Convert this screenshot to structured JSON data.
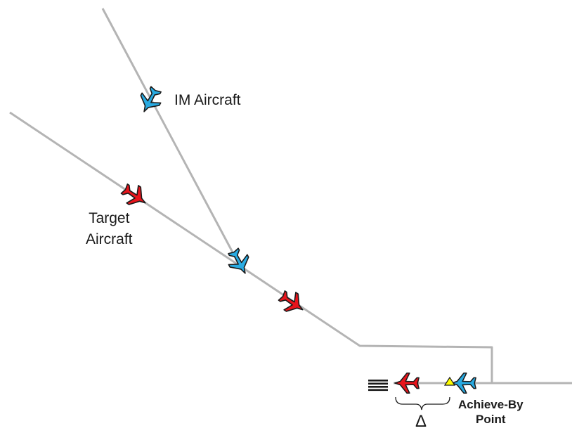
{
  "diagram": {
    "colors": {
      "path": "#b4b4b4",
      "im_aircraft": "#29abe2",
      "target_aircraft": "#e8141b",
      "marker": "#ffff00",
      "outline": "#1a1a1a"
    },
    "labels": {
      "im_aircraft": "IM Aircraft",
      "target_line1": "Target",
      "target_line2": "Aircraft",
      "achieve_line1": "Achieve-By",
      "achieve_line2": "Point",
      "delta": "Δ"
    },
    "icons": [
      "airplane-icon",
      "triangle-marker-icon",
      "runway-icon",
      "brace-icon"
    ]
  }
}
